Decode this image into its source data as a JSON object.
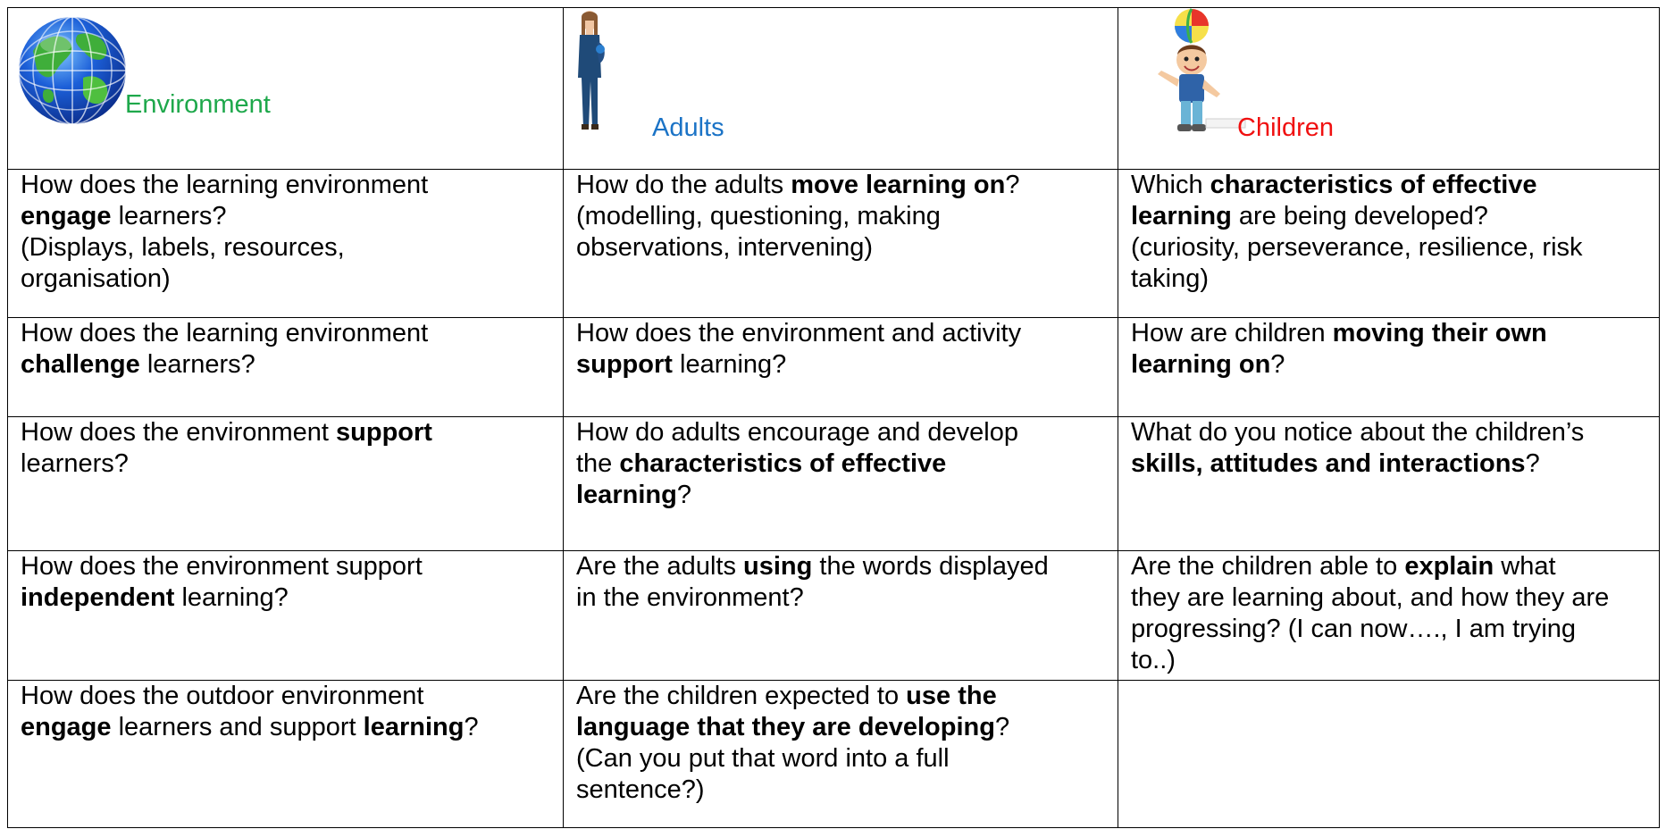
{
  "headers": {
    "environment": {
      "label": "Environment",
      "icon": "globe-icon",
      "color": "#1ea84b"
    },
    "adults": {
      "label": "Adults",
      "icon": "adult-figure-icon",
      "color": "#1b73c6"
    },
    "children": {
      "label": "Children",
      "icon": "child-with-ball-icon",
      "color": "#f01010"
    }
  },
  "cells": {
    "r1c1": {
      "a": "How does the learning environment",
      "b": "engage",
      "c": " learners?",
      "d": "(Displays, labels, resources,",
      "e": "organisation)"
    },
    "r1c2": {
      "a": "How do the adults ",
      "b": "move learning on",
      "c": "?",
      "d": "(modelling, questioning, making",
      "e": "observations, intervening)"
    },
    "r1c3": {
      "a": "Which ",
      "b": "characteristics of effective",
      "c": "learning",
      "d": " are being developed?",
      "e": "(curiosity, perseverance, resilience, risk",
      "f": "taking)"
    },
    "r2c1": {
      "a": "How does the learning environment",
      "b": "challenge",
      "c": " learners?"
    },
    "r2c2": {
      "a": "How does the environment and activity",
      "b": "support",
      "c": " learning?"
    },
    "r2c3": {
      "a": "How are children ",
      "b": "moving their own",
      "c": "learning on",
      "d": "?"
    },
    "r3c1": {
      "a": "How does the environment ",
      "b": "support",
      "c": "learners?"
    },
    "r3c2": {
      "a": "How do adults encourage and develop",
      "b": "the ",
      "c": "characteristics of effective",
      "d": "learning",
      "e": "?"
    },
    "r3c3": {
      "a": "What do you notice about the children’s",
      "b": "skills, attitudes and interactions",
      "c": "?"
    },
    "r4c1": {
      "a": "How does the environment support",
      "b": "independent",
      "c": " learning?"
    },
    "r4c2": {
      "a": "Are the adults ",
      "b": "using",
      "c": " the words displayed",
      "d": "in the environment?"
    },
    "r4c3": {
      "a": "Are the children able to ",
      "b": "explain",
      "c": " what",
      "d": "they are learning about, and how they are",
      "e": "progressing? (I can now…., I am trying",
      "f": "to..)"
    },
    "r5c1": {
      "a": "How does the outdoor environment",
      "b": "engage",
      "c": " learners and support ",
      "d": "learning",
      "e": "?"
    },
    "r5c2": {
      "a": "Are the children expected to ",
      "b": "use the",
      "c": "language that they are developing",
      "d": "?",
      "e": "(Can you put that word into a full",
      "f": "sentence?)"
    }
  }
}
